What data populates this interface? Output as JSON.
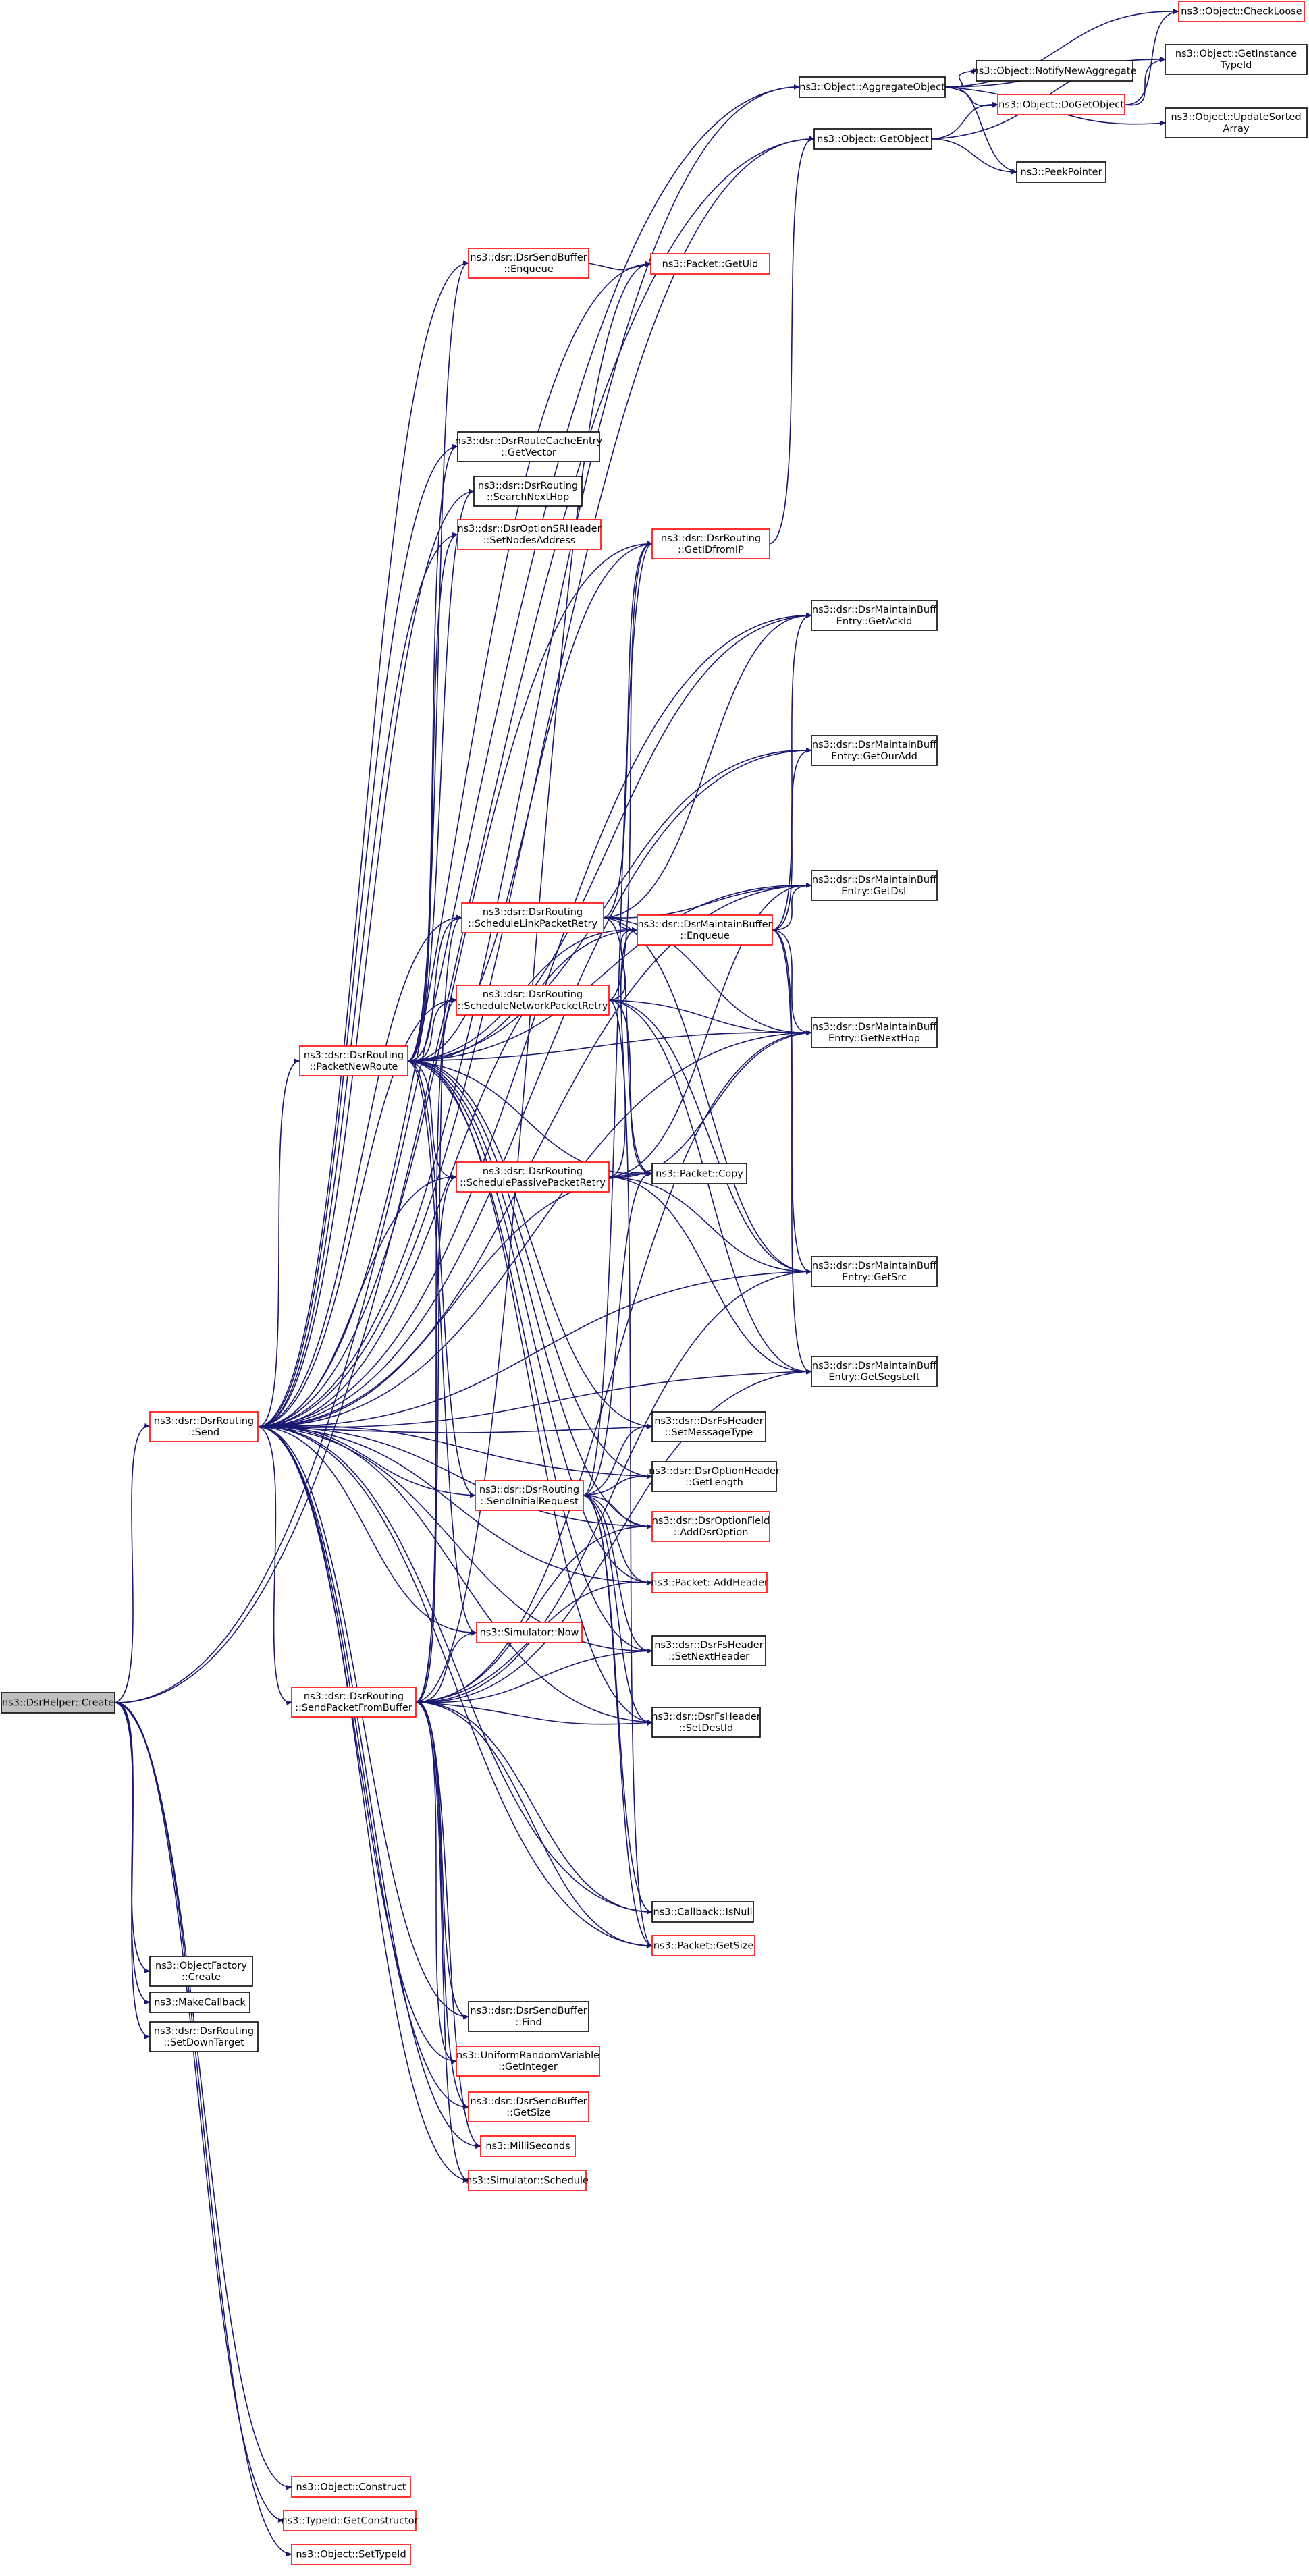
{
  "colors": {
    "edge": "#191970",
    "link_border": "#ff0000",
    "normal_border": "#000000",
    "root_fill": "#bfbfbf",
    "node_fill": "#ffffff"
  },
  "nodes": [
    {
      "id": "root",
      "lines": [
        "ns3::DsrHelper::Create"
      ],
      "type": "root"
    },
    {
      "id": "send",
      "lines": [
        "ns3::dsr::DsrRouting",
        "::Send"
      ],
      "type": "link"
    },
    {
      "id": "of_create",
      "lines": [
        "ns3::ObjectFactory",
        "::Create"
      ],
      "type": "normal"
    },
    {
      "id": "makecb",
      "lines": [
        "ns3::MakeCallback"
      ],
      "type": "normal"
    },
    {
      "id": "setdown",
      "lines": [
        "ns3::dsr::DsrRouting",
        "::SetDownTarget"
      ],
      "type": "normal"
    },
    {
      "id": "agg",
      "lines": [
        "ns3::Object::AggregateObject"
      ],
      "type": "normal"
    },
    {
      "id": "getobj",
      "lines": [
        "ns3::Object::GetObject"
      ],
      "type": "normal"
    },
    {
      "id": "checkloose",
      "lines": [
        "ns3::Object::CheckLoose"
      ],
      "type": "link"
    },
    {
      "id": "getinst",
      "lines": [
        "ns3::Object::GetInstance",
        "TypeId"
      ],
      "type": "normal"
    },
    {
      "id": "notify",
      "lines": [
        "ns3::Object::NotifyNewAggregate"
      ],
      "type": "normal"
    },
    {
      "id": "dogetobj",
      "lines": [
        "ns3::Object::DoGetObject"
      ],
      "type": "link"
    },
    {
      "id": "updsorted",
      "lines": [
        "ns3::Object::UpdateSorted",
        "Array"
      ],
      "type": "normal"
    },
    {
      "id": "peek",
      "lines": [
        "ns3::PeekPointer"
      ],
      "type": "normal"
    },
    {
      "id": "sb_enq",
      "lines": [
        "ns3::dsr::DsrSendBuffer",
        "::Enqueue"
      ],
      "type": "link"
    },
    {
      "id": "getuid",
      "lines": [
        "ns3::Packet::GetUid"
      ],
      "type": "link"
    },
    {
      "id": "rce_getvec",
      "lines": [
        "ns3::dsr::DsrRouteCacheEntry",
        "::GetVector"
      ],
      "type": "normal"
    },
    {
      "id": "searchnext",
      "lines": [
        "ns3::dsr::DsrRouting",
        "::SearchNextHop"
      ],
      "type": "normal"
    },
    {
      "id": "setnodes",
      "lines": [
        "ns3::dsr::DsrOptionSRHeader",
        "::SetNodesAddress"
      ],
      "type": "link"
    },
    {
      "id": "getidfromip",
      "lines": [
        "ns3::dsr::DsrRouting",
        "::GetIDfromIP"
      ],
      "type": "link"
    },
    {
      "id": "mb_getack",
      "lines": [
        "ns3::dsr::DsrMaintainBuff",
        "Entry::GetAckId"
      ],
      "type": "normal"
    },
    {
      "id": "mb_getour",
      "lines": [
        "ns3::dsr::DsrMaintainBuff",
        "Entry::GetOurAdd"
      ],
      "type": "normal"
    },
    {
      "id": "sched_link",
      "lines": [
        "ns3::dsr::DsrRouting",
        "::ScheduleLinkPacketRetry"
      ],
      "type": "link"
    },
    {
      "id": "mb_enq",
      "lines": [
        "ns3::dsr::DsrMaintainBuffer",
        "::Enqueue"
      ],
      "type": "link"
    },
    {
      "id": "mb_getdst",
      "lines": [
        "ns3::dsr::DsrMaintainBuff",
        "Entry::GetDst"
      ],
      "type": "normal"
    },
    {
      "id": "sched_net",
      "lines": [
        "ns3::dsr::DsrRouting",
        "::ScheduleNetworkPacketRetry"
      ],
      "type": "link"
    },
    {
      "id": "pktnewroute",
      "lines": [
        "ns3::dsr::DsrRouting",
        "::PacketNewRoute"
      ],
      "type": "link"
    },
    {
      "id": "mb_getnext",
      "lines": [
        "ns3::dsr::DsrMaintainBuff",
        "Entry::GetNextHop"
      ],
      "type": "normal"
    },
    {
      "id": "sched_pas",
      "lines": [
        "ns3::dsr::DsrRouting",
        "::SchedulePassivePacketRetry"
      ],
      "type": "link"
    },
    {
      "id": "pkt_copy",
      "lines": [
        "ns3::Packet::Copy"
      ],
      "type": "normal"
    },
    {
      "id": "mb_getsrc",
      "lines": [
        "ns3::dsr::DsrMaintainBuff",
        "Entry::GetSrc"
      ],
      "type": "normal"
    },
    {
      "id": "mb_getsegs",
      "lines": [
        "ns3::dsr::DsrMaintainBuff",
        "Entry::GetSegsLeft"
      ],
      "type": "normal"
    },
    {
      "id": "fs_setmsg",
      "lines": [
        "ns3::dsr::DsrFsHeader",
        "::SetMessageType"
      ],
      "type": "normal"
    },
    {
      "id": "opt_getlen",
      "lines": [
        "ns3::dsr::DsrOptionHeader",
        "::GetLength"
      ],
      "type": "normal"
    },
    {
      "id": "sendinit",
      "lines": [
        "ns3::dsr::DsrRouting",
        "::SendInitialRequest"
      ],
      "type": "link"
    },
    {
      "id": "addopt",
      "lines": [
        "ns3::dsr::DsrOptionField",
        "::AddDsrOption"
      ],
      "type": "link"
    },
    {
      "id": "addheader",
      "lines": [
        "ns3::Packet::AddHeader"
      ],
      "type": "link"
    },
    {
      "id": "sim_now",
      "lines": [
        "ns3::Simulator::Now"
      ],
      "type": "link"
    },
    {
      "id": "fs_setnext",
      "lines": [
        "ns3::dsr::DsrFsHeader",
        "::SetNextHeader"
      ],
      "type": "normal"
    },
    {
      "id": "sendfrombuf",
      "lines": [
        "ns3::dsr::DsrRouting",
        "::SendPacketFromBuffer"
      ],
      "type": "link"
    },
    {
      "id": "fs_setdest",
      "lines": [
        "ns3::dsr::DsrFsHeader",
        "::SetDestId"
      ],
      "type": "normal"
    },
    {
      "id": "cb_isnull",
      "lines": [
        "ns3::Callback::IsNull"
      ],
      "type": "normal"
    },
    {
      "id": "pkt_getsize",
      "lines": [
        "ns3::Packet::GetSize"
      ],
      "type": "link"
    },
    {
      "id": "sb_find",
      "lines": [
        "ns3::dsr::DsrSendBuffer",
        "::Find"
      ],
      "type": "normal"
    },
    {
      "id": "urv_getint",
      "lines": [
        "ns3::UniformRandomVariable",
        "::GetInteger"
      ],
      "type": "link"
    },
    {
      "id": "sb_getsize",
      "lines": [
        "ns3::dsr::DsrSendBuffer",
        "::GetSize"
      ],
      "type": "link"
    },
    {
      "id": "ms",
      "lines": [
        "ns3::MilliSeconds"
      ],
      "type": "link"
    },
    {
      "id": "sim_sched",
      "lines": [
        "ns3::Simulator::Schedule"
      ],
      "type": "link"
    },
    {
      "id": "obj_construct",
      "lines": [
        "ns3::Object::Construct"
      ],
      "type": "link"
    },
    {
      "id": "tid_getcons",
      "lines": [
        "ns3::TypeId::GetConstructor"
      ],
      "type": "link"
    },
    {
      "id": "obj_settid",
      "lines": [
        "ns3::Object::SetTypeId"
      ],
      "type": "link"
    }
  ]
}
